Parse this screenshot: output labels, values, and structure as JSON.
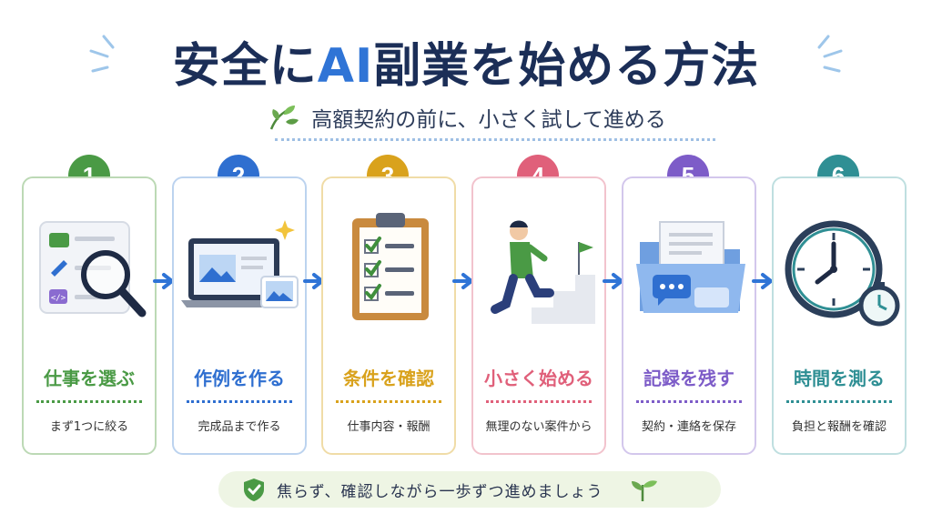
{
  "header": {
    "title_part1": "安全に",
    "title_ai": "AI",
    "title_part2": "副業を始める方法",
    "subtitle": "高額契約の前に、小さく試して進める"
  },
  "steps": [
    {
      "number": "1",
      "title": "仕事を選ぶ",
      "desc": "まず1つに絞る",
      "color": "#4a9a45",
      "border": "#bcd9b5"
    },
    {
      "number": "2",
      "title": "作例を作る",
      "desc": "完成品まで作る",
      "color": "#2f6fd0",
      "border": "#bcd3ef"
    },
    {
      "number": "3",
      "title": "条件を確認",
      "desc": "仕事内容・報酬",
      "color": "#d9a21c",
      "border": "#f0dca7"
    },
    {
      "number": "4",
      "title": "小さく始める",
      "desc": "無理のない案件から",
      "color": "#e0607a",
      "border": "#f2c3cd"
    },
    {
      "number": "5",
      "title": "記録を残す",
      "desc": "契約・連絡を保存",
      "color": "#7d5cc8",
      "border": "#d3c7ec"
    },
    {
      "number": "6",
      "title": "時間を測る",
      "desc": "負担と報酬を確認",
      "color": "#2f8f94",
      "border": "#bfdfe0"
    }
  ],
  "footer": {
    "message": "焦らず、確認しながら一歩ずつ進めましょう"
  },
  "icons": [
    "sparkle-icon",
    "leaf-icon",
    "search-icon",
    "laptop-icon",
    "clipboard-icon",
    "stairs-icon",
    "folder-icon",
    "clock-icon",
    "shield-check-icon",
    "arrow-right-icon"
  ]
}
